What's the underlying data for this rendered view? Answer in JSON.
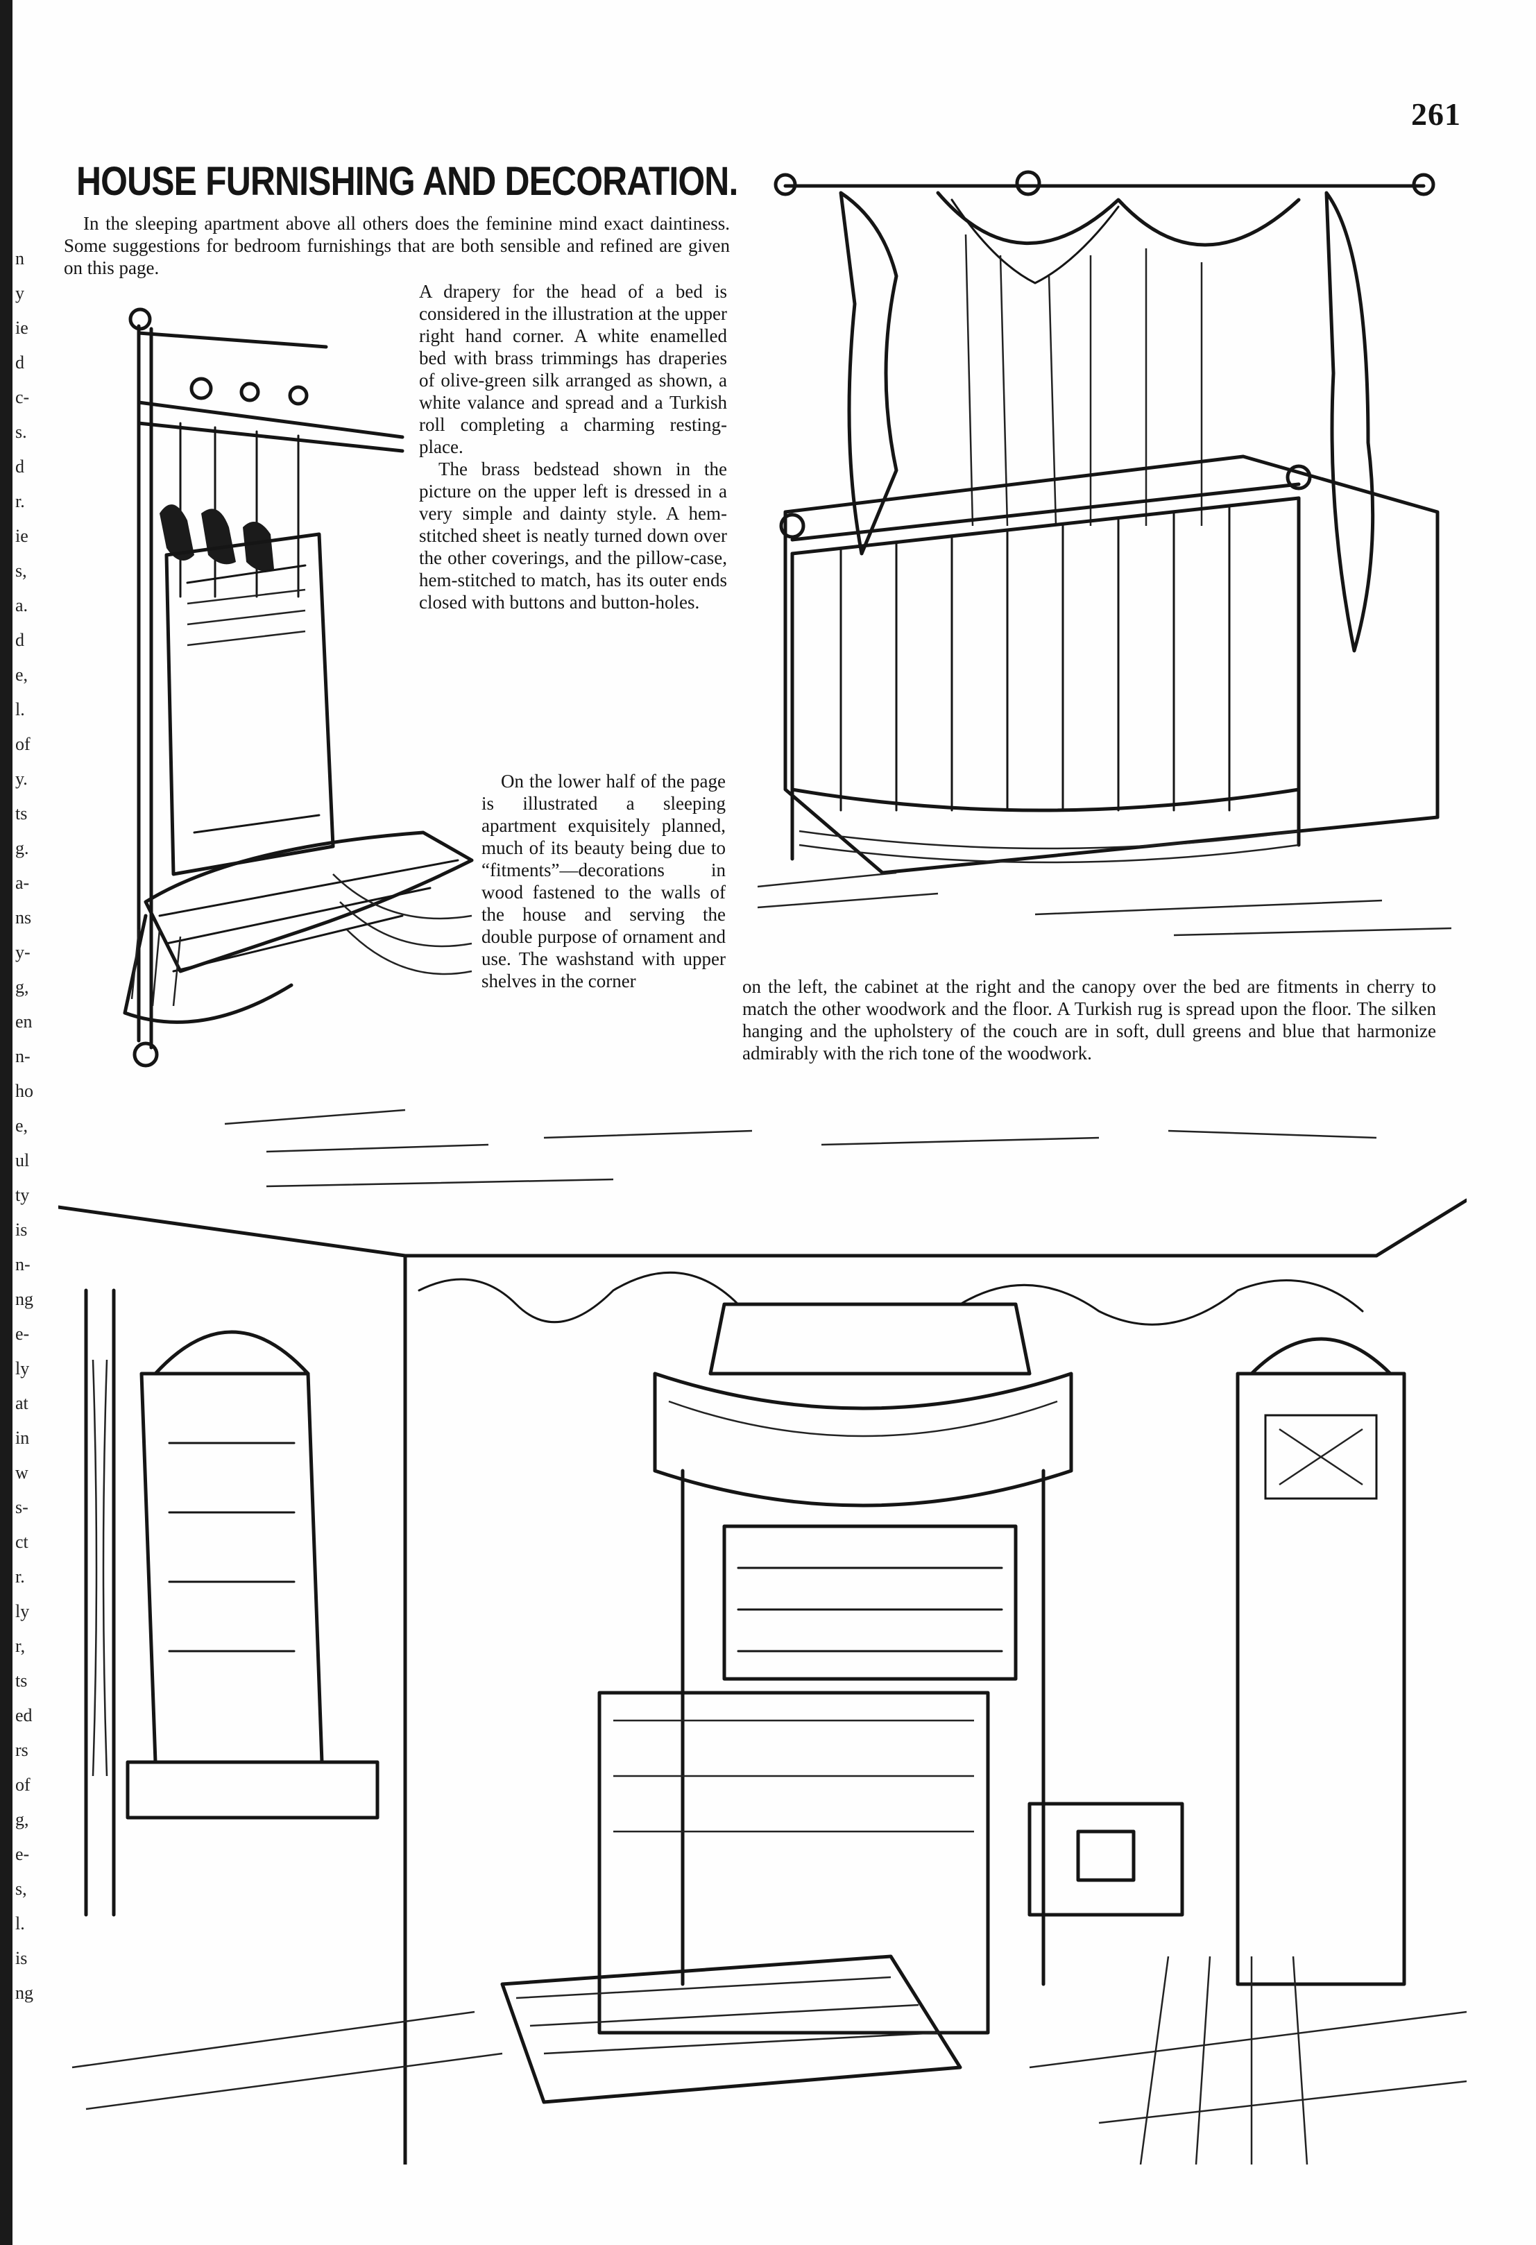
{
  "page": {
    "number": "261",
    "title": "HOUSE FURNISHING AND DECORATION.",
    "intro": "In the sleeping apartment above all others does the feminine mind exact daintiness. Some suggestions for bedroom furnishings that are both sensible and refined are given on this page.",
    "col_right": [
      "A drapery for the head of a bed is considered in the illustration at the upper right hand corner. A white enamelled bed with brass trimmings has draperies of olive-green silk arranged as shown, a white valance and spread and a Turkish roll completing a charming resting-place.",
      "The brass bedstead shown in the picture on the upper left is dressed in a very simple and dainty style. A hem-stitched sheet is neatly turned down over the other coverings, and the pillow-case, hem-stitched to match, has its outer ends closed with buttons and button-holes."
    ],
    "col_right_lower": "On the lower half of the page is illustrated a sleeping apartment exquisitely planned, much of its beauty being due to “fitments”—decorations in wood fastened to the walls of the house and serving the double purpose of ornament and use. The washstand with upper shelves in the corner",
    "bottom_para": "on the left, the cabinet at the right and the canopy over the bed are fitments in cherry to match the other woodwork and the floor. A Turkish rug is spread upon the floor. The silken hanging and the upholstery of the couch are in soft, dull greens and blue that harmonize admirably with the rich tone of the woodwork."
  },
  "gutter_fragments": [
    "n",
    "y",
    "ie",
    "d",
    "c-",
    "s.",
    "d",
    "r.",
    "ie",
    "s,",
    "a.",
    "d",
    "e,",
    "l.",
    "of",
    "y.",
    "ts",
    "g.",
    "a-",
    "ns",
    "y-",
    "g,",
    "en",
    "n-",
    "ho",
    "e,",
    "ul",
    "ty",
    "is",
    "n-",
    "ng",
    "e-",
    "ly",
    "at",
    "in",
    "w",
    "s-",
    "ct",
    "r.",
    "ly",
    "r,",
    "ts",
    "ed",
    "rs",
    "of",
    "g,",
    "e-",
    "s,",
    "l.",
    "is",
    "ng"
  ],
  "illustrations": {
    "upper_left": "brass-bedstead",
    "upper_right": "draped-bed",
    "bottom": "bedroom-interior"
  }
}
